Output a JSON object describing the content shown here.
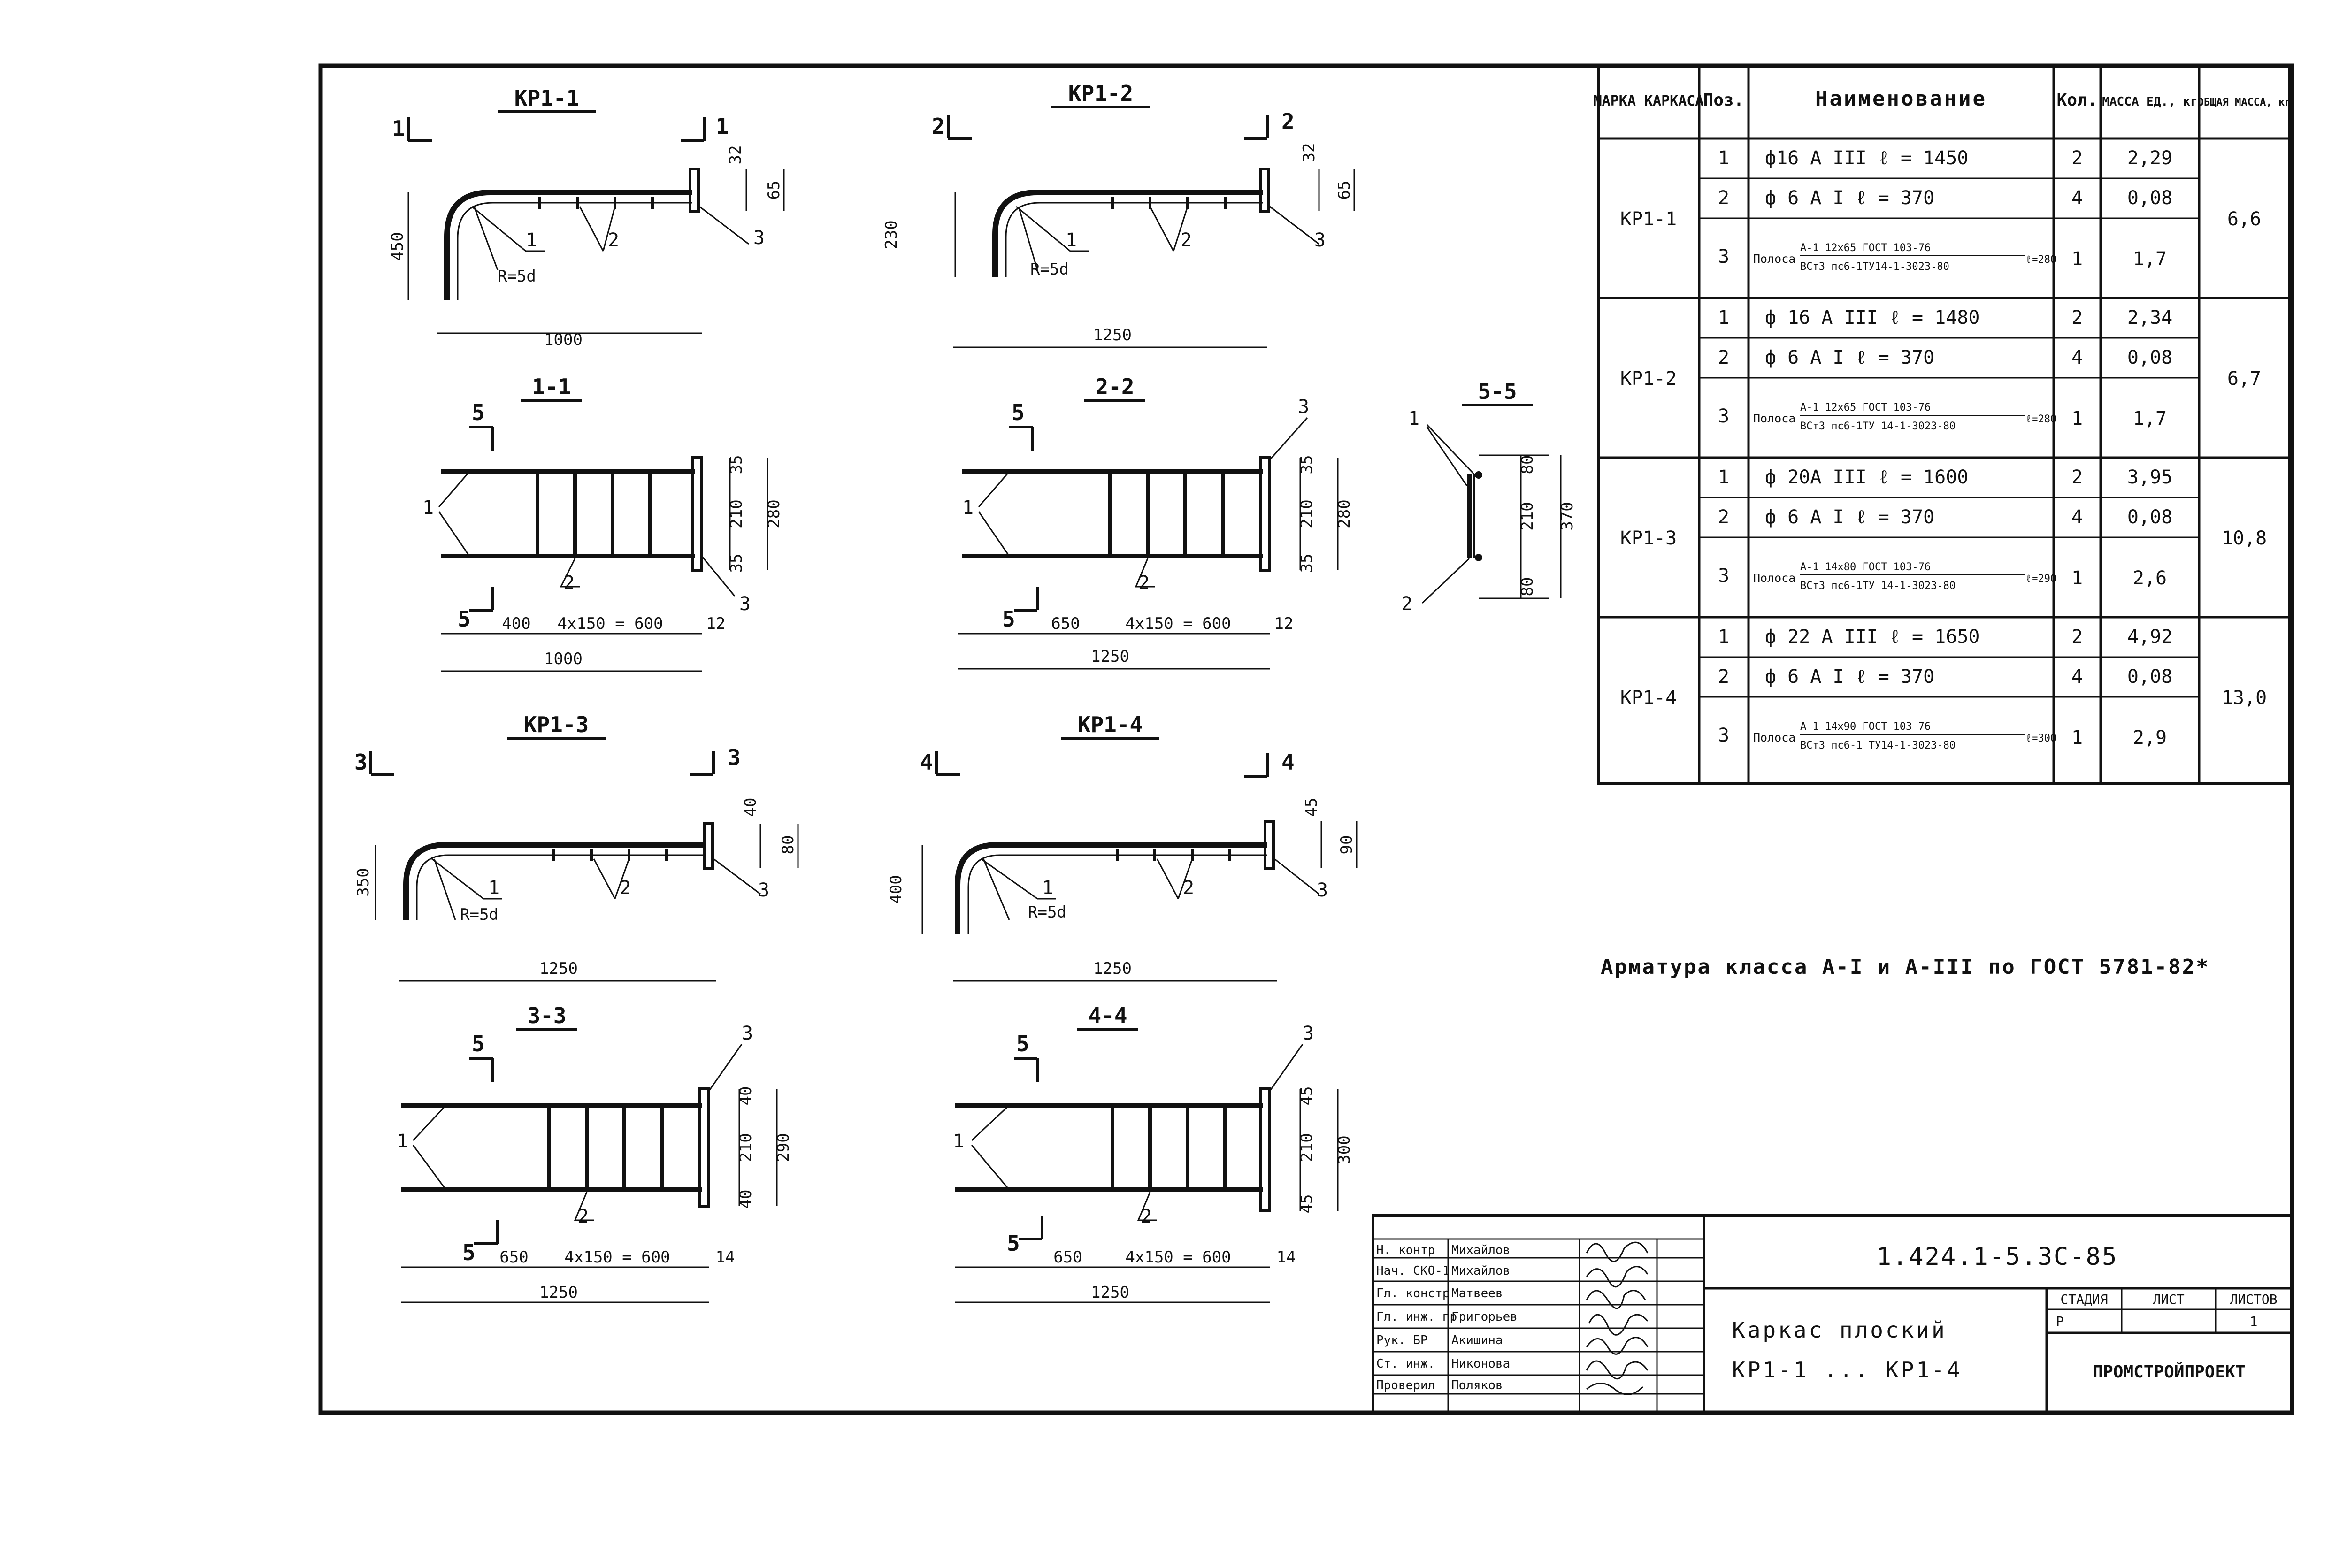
{
  "drawings": {
    "kr11": {
      "title": "КР1-1",
      "cut": "1",
      "height": "450",
      "length": "1000",
      "dim_top": "32",
      "dim_plate": "65",
      "radius": "R=5d",
      "pos1": "1",
      "pos2": "2",
      "pos3": "3"
    },
    "kr12": {
      "title": "КР1-2",
      "cut": "2",
      "height": "230",
      "length": "1250",
      "dim_top": "32",
      "dim_plate": "65",
      "radius": "R=5d",
      "pos1": "1",
      "pos2": "2",
      "pos3": "3"
    },
    "kr13": {
      "title": "КР1-3",
      "cut": "3",
      "height": "350",
      "length": "1250",
      "dim_top": "40",
      "dim_plate": "80",
      "radius": "R=5d",
      "pos1": "1",
      "pos2": "2",
      "pos3": "3"
    },
    "kr14": {
      "title": "КР1-4",
      "cut": "4",
      "height": "400",
      "length": "1250",
      "dim_top": "45",
      "dim_plate": "90",
      "radius": "R=5d",
      "pos1": "1",
      "pos2": "2",
      "pos3": "3"
    }
  },
  "sections": {
    "s11": {
      "title": "1-1",
      "cut": "5",
      "d1": "35",
      "d2": "210",
      "d3": "35",
      "total": "280",
      "offset": "400",
      "spacing": "4х150 = 600",
      "plate": "12",
      "length": "1000"
    },
    "s22": {
      "title": "2-2",
      "cut": "5",
      "d1": "35",
      "d2": "210",
      "d3": "35",
      "total": "280",
      "offset": "650",
      "spacing": "4х150 = 600",
      "plate": "12",
      "length": "1250"
    },
    "s33": {
      "title": "3-3",
      "cut": "5",
      "d1": "40",
      "d2": "210",
      "d3": "40",
      "total": "290",
      "offset": "650",
      "spacing": "4х150 = 600",
      "plate": "14",
      "length": "1250"
    },
    "s44": {
      "title": "4-4",
      "cut": "5",
      "d1": "45",
      "d2": "210",
      "d3": "45",
      "total": "300",
      "offset": "650",
      "spacing": "4х150 = 600",
      "plate": "14",
      "length": "1250"
    },
    "s55": {
      "title": "5-5",
      "d1": "80",
      "d2": "210",
      "d3": "80",
      "total": "370",
      "pos1": "1",
      "pos2": "2"
    }
  },
  "spec_table": {
    "headers": [
      "МАРКА КАРКАСА",
      "Поз.",
      "Наименование",
      "Кол.",
      "МАССА ЕД., кг",
      "ОБЩАЯ МАССА, кг"
    ],
    "groups": [
      {
        "mark": "КР1-1",
        "total": "6,6",
        "rows": [
          {
            "pos": "1",
            "name": "ф16 А III   ℓ = 1450",
            "qty": "2",
            "mass": "2,29"
          },
          {
            "pos": "2",
            "name": "ф 6 А I   ℓ = 370",
            "qty": "4",
            "mass": "0,08"
          },
          {
            "pos": "3",
            "name_a": "Полоса",
            "name_b": "А-1  12х65 ГОСТ 103-76",
            "name_c": "ВСт3 пс6-1ТУ14-1-3023-80",
            "name_d": "ℓ=280",
            "qty": "1",
            "mass": "1,7"
          }
        ]
      },
      {
        "mark": "КР1-2",
        "total": "6,7",
        "rows": [
          {
            "pos": "1",
            "name": "ф 16 А III   ℓ = 1480",
            "qty": "2",
            "mass": "2,34"
          },
          {
            "pos": "2",
            "name": "ф 6 А I   ℓ = 370",
            "qty": "4",
            "mass": "0,08"
          },
          {
            "pos": "3",
            "name_a": "Полоса",
            "name_b": "А-1  12х65 ГОСТ 103-76",
            "name_c": "ВСт3 пс6-1ТУ 14-1-3023-80",
            "name_d": "ℓ=280",
            "qty": "1",
            "mass": "1,7"
          }
        ]
      },
      {
        "mark": "КР1-3",
        "total": "10,8",
        "rows": [
          {
            "pos": "1",
            "name": "ф 20А III   ℓ = 1600",
            "qty": "2",
            "mass": "3,95"
          },
          {
            "pos": "2",
            "name": "ф 6 А I   ℓ = 370",
            "qty": "4",
            "mass": "0,08"
          },
          {
            "pos": "3",
            "name_a": "Полоса",
            "name_b": "А-1  14х80 ГОСТ 103-76",
            "name_c": "ВСт3 пс6-1ТУ 14-1-3023-80",
            "name_d": "ℓ=290",
            "qty": "1",
            "mass": "2,6"
          }
        ]
      },
      {
        "mark": "КР1-4",
        "total": "13,0",
        "rows": [
          {
            "pos": "1",
            "name": "ф 22 А III   ℓ = 1650",
            "qty": "2",
            "mass": "4,92"
          },
          {
            "pos": "2",
            "name": "ф 6 А I   ℓ = 370",
            "qty": "4",
            "mass": "0,08"
          },
          {
            "pos": "3",
            "name_a": "Полоса",
            "name_b": "А-1  14х90 ГОСТ 103-76",
            "name_c": "ВСт3 пс6-1 ТУ14-1-3023-80",
            "name_d": "ℓ=300",
            "qty": "1",
            "mass": "2,9"
          }
        ]
      }
    ]
  },
  "note": "Арматура  класса  А-I и А-III   по  ГОСТ 5781-82*",
  "title_block": {
    "code": "1.424.1-5.3С-85",
    "name_line1": "Каркас  плоский",
    "name_line2": "КР1-1 ... КР1-4",
    "stage_label": "СТАДИЯ",
    "sheet_label": "ЛИСТ",
    "sheets_label": "ЛИСТОВ",
    "stage_value": "Р",
    "sheets_value": "1",
    "org": "ПРОМСТРОЙПРОЕКТ",
    "staff": [
      {
        "role": "Н. контр",
        "person": "Михайлов"
      },
      {
        "role": "Нач. СКО-1",
        "person": "Михайлов"
      },
      {
        "role": "Гл. констр",
        "person": "Матвеев"
      },
      {
        "role": "Гл. инж. пр",
        "person": "Григорьев"
      },
      {
        "role": "Рук. БР",
        "person": "Акишина"
      },
      {
        "role": "Ст. инж.",
        "person": "Никонова"
      },
      {
        "role": "Проверил",
        "person": "Поляков"
      }
    ]
  }
}
